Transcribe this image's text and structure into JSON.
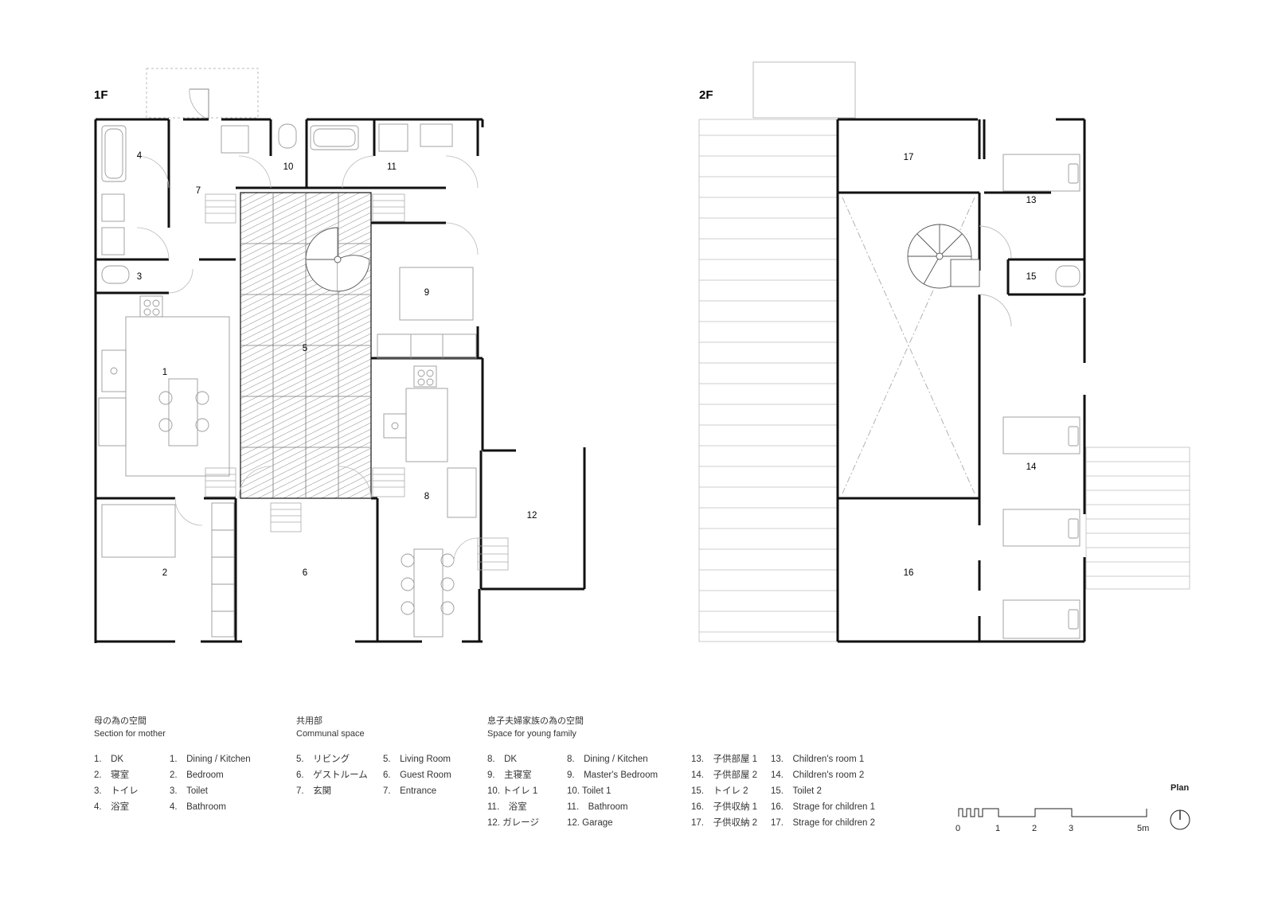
{
  "floors": [
    {
      "label": "1F"
    },
    {
      "label": "2F"
    }
  ],
  "room_numbers": {
    "first_floor": [
      "1",
      "2",
      "3",
      "4",
      "5",
      "6",
      "7",
      "8",
      "9",
      "10",
      "11",
      "12"
    ],
    "second_floor": [
      "13",
      "14",
      "15",
      "16",
      "17"
    ]
  },
  "legend": {
    "mother": {
      "heading_ja": "母の為の空間",
      "heading_en": "Section for mother",
      "items_ja": [
        "1.　DK",
        "2.　寝室",
        "3.　トイレ",
        "4.　浴室"
      ],
      "items_en": [
        "1.　Dining / Kitchen",
        "2.　Bedroom",
        "3.　Toilet",
        "4.　Bathroom"
      ]
    },
    "communal": {
      "heading_ja": "共用部",
      "heading_en": "Communal space",
      "items_ja": [
        "5.　リビング",
        "6.　ゲストルーム",
        "7.　玄関"
      ],
      "items_en": [
        "5.　Living Room",
        "6.　Guest Room",
        "7.　Entrance"
      ]
    },
    "young_family": {
      "heading_ja": "息子夫婦家族の為の空間",
      "heading_en": "Space for young family",
      "items_ja": [
        "8.　DK",
        "9.　主寝室",
        "10. トイレ 1",
        "11.　浴室",
        "12. ガレージ"
      ],
      "items_en": [
        "8.　Dining / Kitchen",
        "9.　Master's Bedroom",
        "10. Toilet 1",
        "11.　Bathroom",
        "12. Garage"
      ],
      "items2_ja": [
        "13.　子供部屋 1",
        "14.　子供部屋 2",
        "15.　トイレ 2",
        "16.　子供収納 1",
        "17.　子供収納 2"
      ],
      "items2_en": [
        "13.　Children's room 1",
        "14.　Children's room 2",
        "15.　Toilet 2",
        "16.　Strage for children 1",
        "17.　Strage for children 2"
      ]
    }
  },
  "plan_label": "Plan",
  "scale_bar": {
    "ticks": [
      "0",
      "1",
      "2",
      "3",
      "5m"
    ]
  },
  "north_arrow_icon": "north-arrow-icon"
}
